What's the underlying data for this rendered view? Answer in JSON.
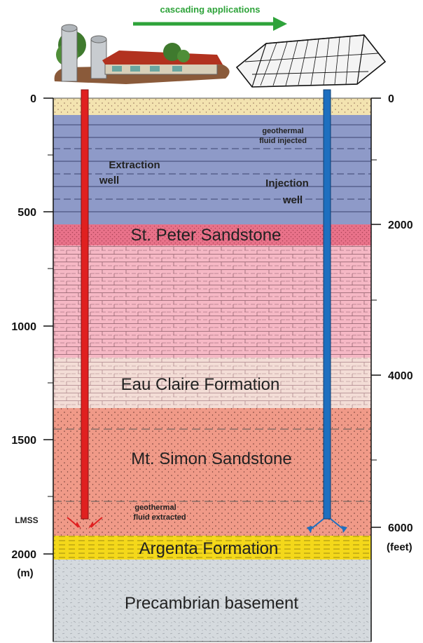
{
  "header": {
    "cascade_label": "cascading applications",
    "arrow_color": "#2ea33a"
  },
  "axis_left": {
    "ticks": [
      "0",
      "500",
      "1000",
      "1500",
      "2000"
    ],
    "unit": "(m)",
    "marker": "LMSS"
  },
  "axis_right": {
    "ticks": [
      "0",
      "2000",
      "4000",
      "6000"
    ],
    "unit": "(feet)"
  },
  "layers": {
    "top_sediment": "",
    "peter": "St. Peter Sandstone",
    "eau_claire": "Eau Claire Formation",
    "mt_simon": "Mt. Simon Sandstone",
    "argenta": "Argenta Formation",
    "precambrian": "Precambrian basement"
  },
  "wells": {
    "extraction_line1": "Extraction",
    "extraction_line2": "well",
    "injection_line1": "Injection",
    "injection_line2": "well",
    "extraction_color": "#e02020",
    "injection_color": "#1e6fbf"
  },
  "notes": {
    "injected_line1": "geothermal",
    "injected_line2": "fluid injected",
    "extracted_line1": "geothermal",
    "extracted_line2": "fluid extracted"
  },
  "colors": {
    "sand_top": "#f3e3b0",
    "blue_shale": "#8e9ac8",
    "peter": "#e9728a",
    "pink_dolomite": "#f6b8c5",
    "eau_claire": "#f3ddd6",
    "mt_simon": "#f09a88",
    "argenta": "#f4d81a",
    "precambrian": "#d5dade"
  }
}
